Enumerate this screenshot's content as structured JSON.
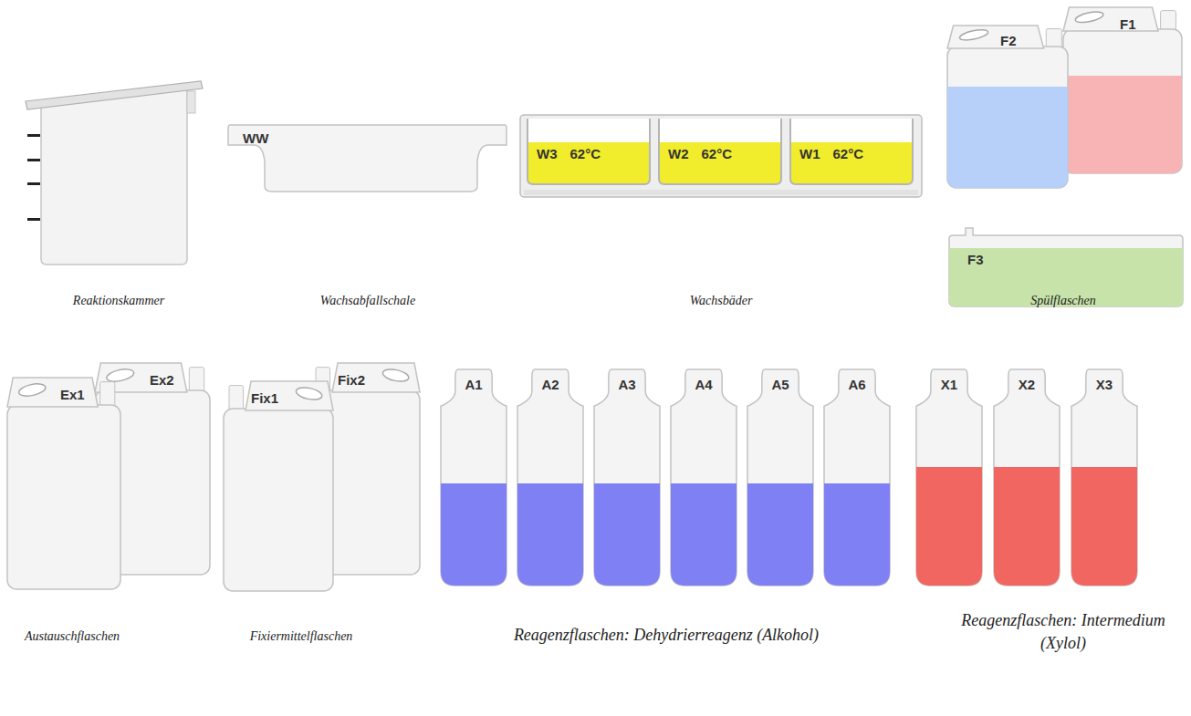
{
  "diagram": {
    "nodes": [
      {
        "text": [
          "WW"
        ]
      },
      {
        "text": [
          "W3",
          "62°C"
        ]
      },
      {
        "text": [
          "W2",
          "62°C"
        ]
      },
      {
        "text": [
          "W1",
          "62°C"
        ]
      },
      {
        "text": [
          "F2"
        ]
      },
      {
        "text": [
          "F1"
        ]
      },
      {
        "text": [
          "F3"
        ]
      },
      {
        "text": [
          "Ex1"
        ]
      },
      {
        "text": [
          "Ex2"
        ]
      },
      {
        "text": [
          "Fix1"
        ]
      },
      {
        "text": [
          "Fix2"
        ]
      },
      {
        "text": [
          "A1"
        ]
      },
      {
        "text": [
          "A2"
        ]
      },
      {
        "text": [
          "A3"
        ]
      },
      {
        "text": [
          "A4"
        ]
      },
      {
        "text": [
          "A5"
        ]
      },
      {
        "text": [
          "A6"
        ]
      },
      {
        "text": [
          "X1"
        ]
      },
      {
        "text": [
          "X2"
        ]
      },
      {
        "text": [
          "X3"
        ]
      }
    ],
    "labels": [
      "Reaktionskammer",
      "Wachsabfallschale",
      "Wachsbäder",
      "Spülflaschen",
      "Austauschflaschen",
      "Fixiermittelflaschen",
      "Reagenzflaschen: Dehydrierreagenz (Alkohol)",
      "Reagenzflaschen: Intermedium (Xylol)"
    ]
  }
}
